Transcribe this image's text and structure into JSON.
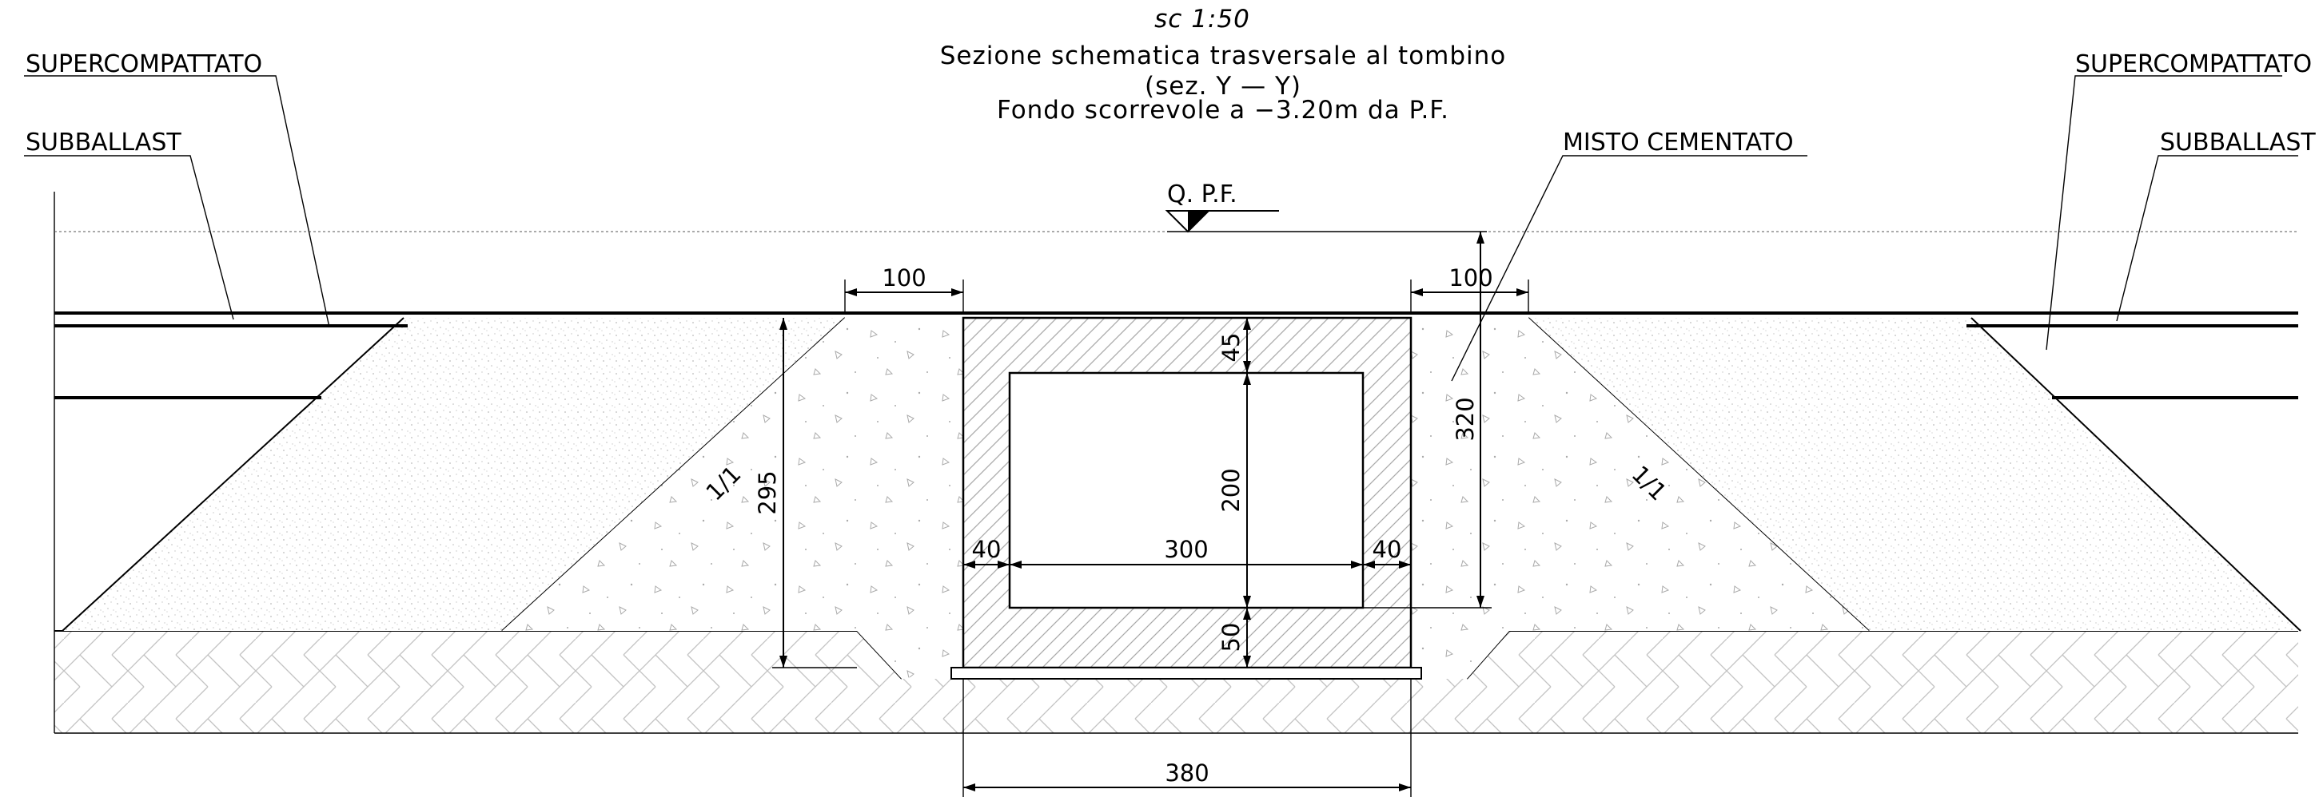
{
  "title": {
    "scale": "sc 1:50",
    "line1": "Sezione schematica trasversale al tombino",
    "line2": "(sez. Y — Y)",
    "line3": "Fondo scorrevole a −3.20m da P.F."
  },
  "labels": {
    "supercompattato_left": "SUPERCOMPATTATO",
    "subballast_left": "SUBBALLAST",
    "supercompattato_right": "SUPERCOMPATTATO",
    "subballast_right": "SUBBALLAST",
    "misto_cementato": "MISTO CEMENTATO",
    "qpf": "Q. P.F."
  },
  "dimensions": {
    "top_left_100": "100",
    "top_right_100": "100",
    "slab_top_45": "45",
    "inner_height_200": "200",
    "slab_bottom_50": "50",
    "inner_width_300": "300",
    "wall_left_40": "40",
    "wall_right_40": "40",
    "depth_295": "295",
    "depth_320": "320",
    "base_width_380": "380",
    "slope_left": "1/1",
    "slope_right": "1/1"
  },
  "colors": {
    "line": "#000000",
    "fill_texture": "#bbbbbb",
    "background": "#ffffff"
  }
}
